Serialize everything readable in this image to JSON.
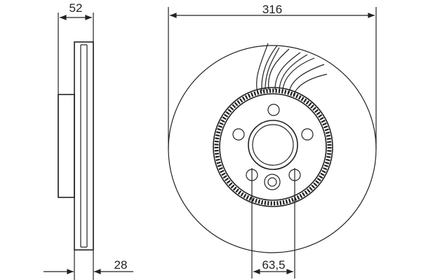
{
  "dimensions": {
    "hub_height": "52",
    "outer_diameter": "316",
    "thickness": "28",
    "bolt_circle": "63,5"
  },
  "line_color": "#222222"
}
